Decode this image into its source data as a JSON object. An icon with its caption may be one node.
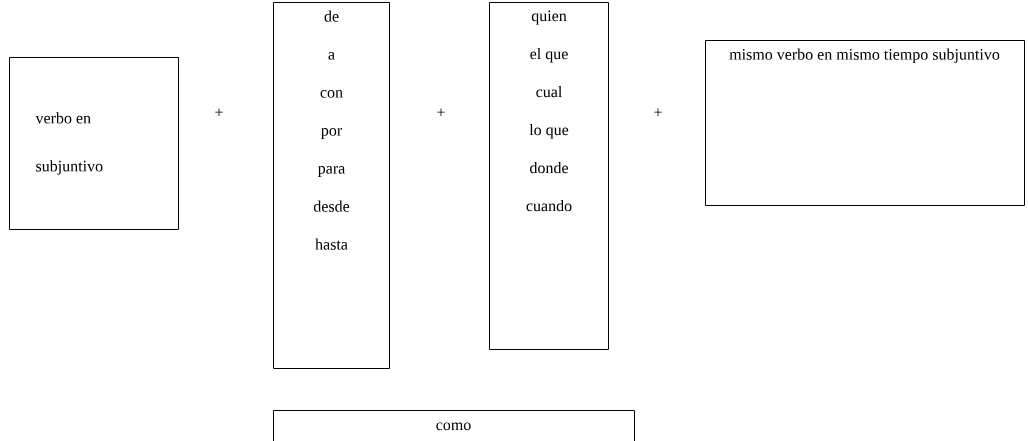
{
  "diagram": {
    "nodes": [
      {
        "text": [
          "verbo en subjuntivo"
        ]
      },
      {
        "text": [
          "de",
          "a",
          "con",
          "por",
          "para",
          "desde",
          "hasta"
        ]
      },
      {
        "text": [
          "quien",
          "el que",
          "cual",
          "lo que",
          "donde",
          "cuando"
        ]
      },
      {
        "text": [
          "mismo verbo en mismo tiempo subjuntivo"
        ]
      },
      {
        "text": [
          "como"
        ]
      }
    ],
    "labels": [
      "+",
      "+",
      "+"
    ]
  }
}
